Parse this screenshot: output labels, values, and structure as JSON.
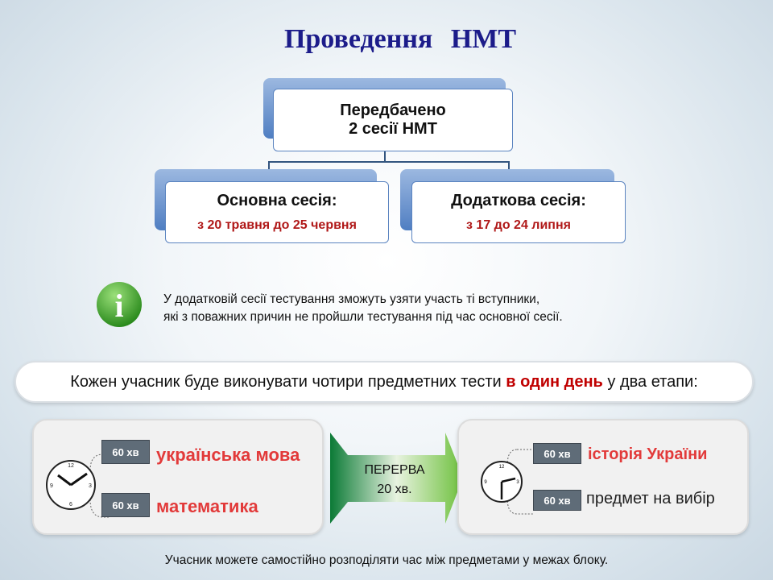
{
  "title": "Проведення НМТ",
  "top_box": {
    "line1": "Передбачено",
    "line2": "2 сесії НМТ"
  },
  "main_session": {
    "title": "Основна сесія:",
    "dates": "з 20 травня до 25 червня"
  },
  "extra_session": {
    "title": "Додаткова сесія:",
    "dates": "з 17 до 24 липня"
  },
  "info": {
    "line1": "У додатковій сесії тестування зможуть узяти участь ті вступники,",
    "line2": "які з поважних причин не пройшли тестування під час основної сесії."
  },
  "banner": {
    "before": "Кожен учасник буде виконувати чотири предметних тести ",
    "highlight": "в один день",
    "after": " у два етапи:"
  },
  "block1": {
    "subjects": [
      {
        "time": "60 хв",
        "name": "українська мова"
      },
      {
        "time": "60 хв",
        "name": "математика"
      }
    ]
  },
  "break": {
    "label": "ПЕРЕРВА",
    "time": "20 хв."
  },
  "block2": {
    "subjects": [
      {
        "time": "60 хв",
        "name": "історія України"
      },
      {
        "time": "60 хв",
        "name": "предмет на вибір"
      }
    ]
  },
  "footer": "Учасник можете самостійно розподіляти час між предметами у межах блоку.",
  "colors": {
    "title": "#1c1c8a",
    "accent_red": "#c00000",
    "subject_red": "#e23a3a",
    "info_green": "#3a9a2a"
  }
}
